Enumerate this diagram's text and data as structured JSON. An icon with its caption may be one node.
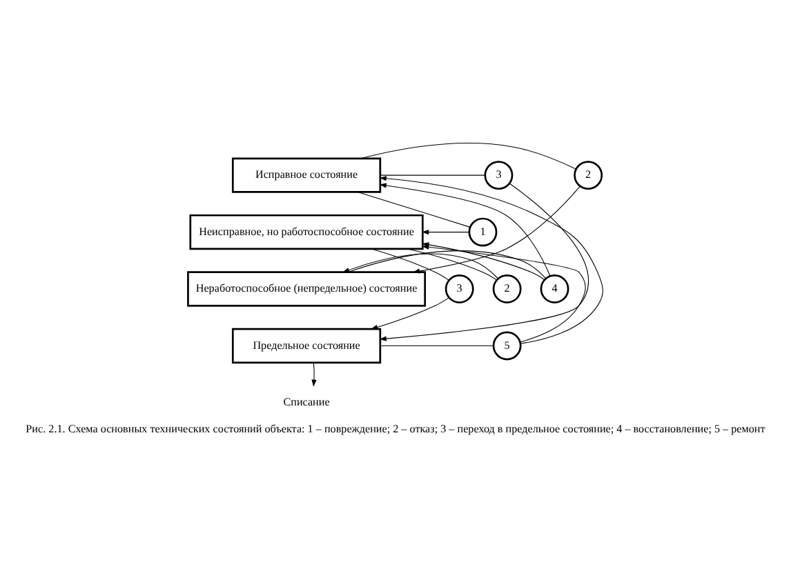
{
  "diagram": {
    "caption": "Рис. 2.1. Схема основных технических состояний объекта: 1 – повреждение; 2 – отказ; 3 – переход в предельное состояние; 4 – восстановление; 5 – ремонт",
    "nodes": [
      {
        "text": [
          "Исправное состояние"
        ]
      },
      {
        "text": [
          "Неисправное, но работоспособное состояние"
        ]
      },
      {
        "text": [
          "Неработоспособное (непредельное) состояние"
        ]
      },
      {
        "text": [
          "Предельное состояние"
        ]
      },
      {
        "text": [
          "Списание"
        ]
      },
      {
        "text": [
          "3"
        ]
      },
      {
        "text": [
          "2"
        ]
      },
      {
        "text": [
          "1"
        ]
      },
      {
        "text": [
          "3"
        ]
      },
      {
        "text": [
          "2"
        ]
      },
      {
        "text": [
          "4"
        ]
      },
      {
        "text": [
          "5"
        ]
      }
    ],
    "edges": [
      {
        "from": 0,
        "to": 5,
        "arrow": "none"
      },
      {
        "from": 5,
        "to": 3,
        "arrow": "to"
      },
      {
        "from": 0,
        "to": 6,
        "arrow": "none"
      },
      {
        "from": 6,
        "to": 2,
        "arrow": "to"
      },
      {
        "from": 0,
        "to": 7,
        "arrow": "none"
      },
      {
        "from": 7,
        "to": 1,
        "arrow": "to"
      },
      {
        "from": 1,
        "to": 8,
        "arrow": "none"
      },
      {
        "from": 8,
        "to": 3,
        "arrow": "to"
      },
      {
        "from": 1,
        "to": 9,
        "arrow": "none"
      },
      {
        "from": 9,
        "to": 2,
        "arrow": "to"
      },
      {
        "from": 2,
        "to": 10,
        "arrow": "none"
      },
      {
        "from": 10,
        "to": 0,
        "arrow": "to"
      },
      {
        "from": 10,
        "to": 1,
        "arrow": "to"
      },
      {
        "from": 3,
        "to": 11,
        "arrow": "none"
      },
      {
        "from": 11,
        "to": 0,
        "arrow": "to"
      },
      {
        "from": 11,
        "to": 1,
        "arrow": "to"
      },
      {
        "from": 3,
        "to": 4,
        "arrow": "to"
      }
    ]
  }
}
